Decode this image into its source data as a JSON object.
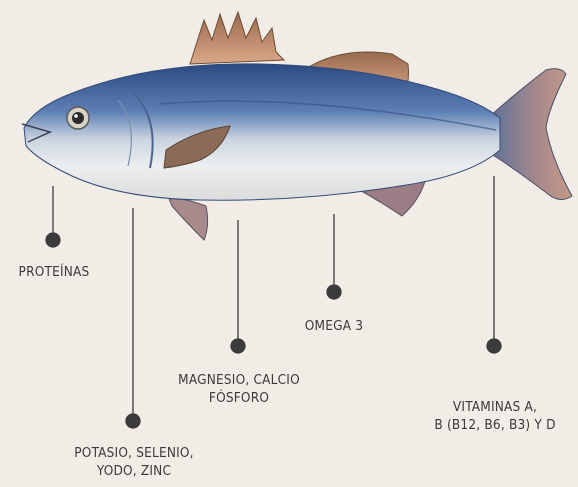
{
  "labels": {
    "proteinas": "PROTEÍNAS",
    "potasio_l1": "POTASIO, SELENIO,",
    "potasio_l2": "YODO, ZINC",
    "magnesio_l1": "MAGNESIO, CALCIO",
    "magnesio_l2": "FÓSFORO",
    "omega": "OMEGA 3",
    "vitaminas_l1": "VITAMINAS A,",
    "vitaminas_l2": "B (B12, B6, B3) Y D"
  },
  "colors": {
    "background": "#f1ede6",
    "connector": "#3b3b3b",
    "fish_back": "#2f4f86",
    "fish_belly": "#eef0f0",
    "fin": "#b88566"
  }
}
